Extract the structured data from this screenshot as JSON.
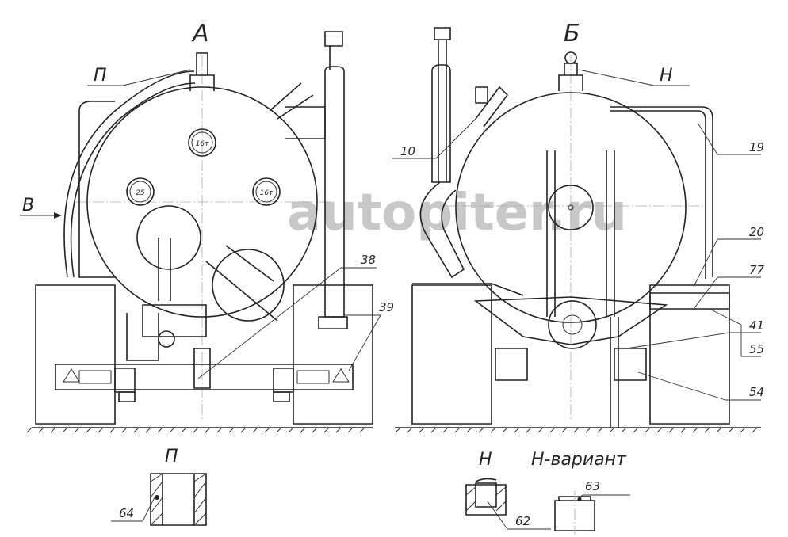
{
  "views": {
    "left_title": "А",
    "right_title": "Б",
    "detail_p_title": "П",
    "detail_n_title": "Н",
    "detail_n_variant_title": "Н-вариант"
  },
  "markers": {
    "p": "П",
    "n": "Н",
    "v": "В"
  },
  "gauges": [
    "16т",
    "25",
    "16т"
  ],
  "callouts": {
    "c10": "10",
    "c19": "19",
    "c20": "20",
    "c77": "77",
    "c41": "41",
    "c55": "55",
    "c54": "54",
    "c38": "38",
    "c39": "39",
    "c64": "64",
    "c62": "62",
    "c63": "63"
  },
  "watermark": "autopiter.ru"
}
